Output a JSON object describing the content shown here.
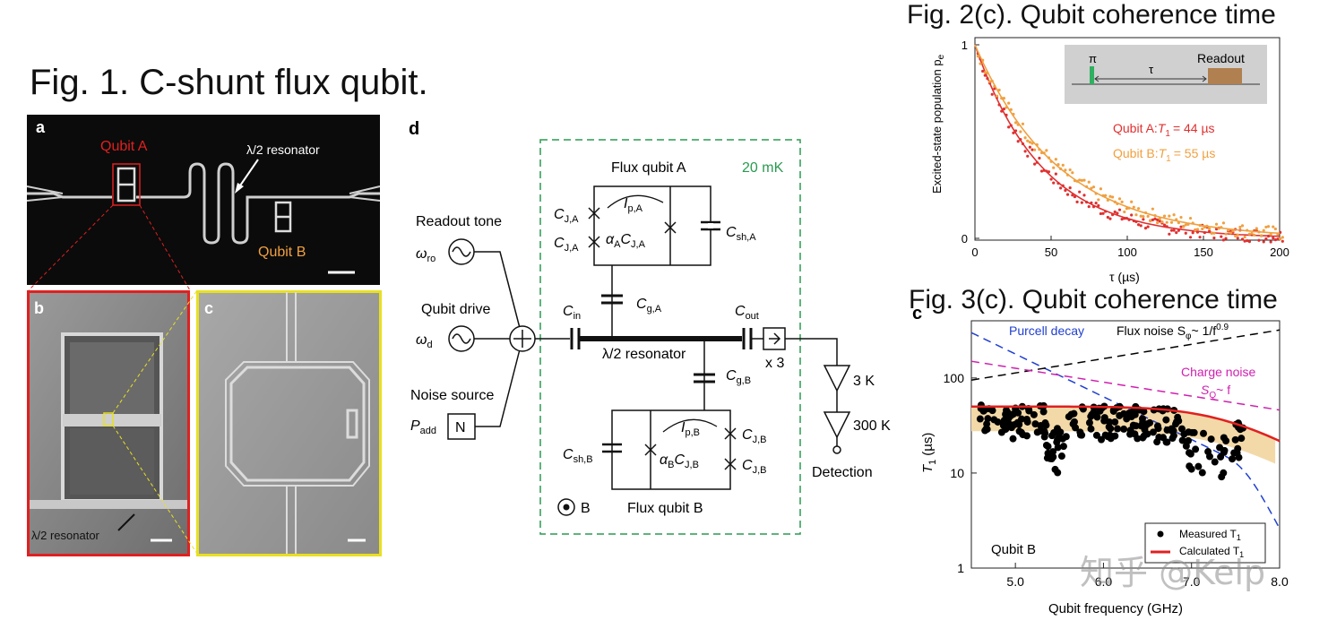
{
  "fig1": {
    "title": "Fig. 1. C-shunt flux qubit.",
    "panel_a": {
      "letter": "a",
      "qubit_a": "Qubit A",
      "qubit_b": "Qubit B",
      "resonator": "λ/2 resonator"
    },
    "panel_b": {
      "letter": "b",
      "resonator": "λ/2 resonator"
    },
    "panel_c": {
      "letter": "c"
    },
    "panel_d": {
      "letter": "d",
      "temp": "20 mK",
      "flux_qubit_a": "Flux qubit A",
      "flux_qubit_b": "Flux qubit B",
      "readout_tone": "Readout tone",
      "omega_ro": "ω",
      "omega_ro_sub": "ro",
      "qubit_drive": "Qubit drive",
      "omega_d": "ω",
      "omega_d_sub": "d",
      "noise_source": "Noise source",
      "p_add": "P",
      "p_add_sub": "add",
      "n_box": "N",
      "cin": "C",
      "cin_sub": "in",
      "cout": "C",
      "cout_sub": "out",
      "cga": "C",
      "cga_sub": "g,A",
      "cgb": "C",
      "cgb_sub": "g,B",
      "cja1": "C",
      "cja1_sub": "J,A",
      "cja2": "C",
      "cja2_sub": "J,A",
      "ipa": "I",
      "ipa_sub": "p,A",
      "alpha_a": "α",
      "alpha_a_sub": "A",
      "alpha_a_c": "C",
      "alpha_a_c_sub": "J,A",
      "csha": "C",
      "csha_sub": "sh,A",
      "cshb": "C",
      "cshb_sub": "sh,B",
      "ipb": "I",
      "ipb_sub": "p,B",
      "alpha_b": "α",
      "alpha_b_sub": "B",
      "alpha_b_c": "C",
      "alpha_b_c_sub": "J,B",
      "cjb1": "C",
      "cjb1_sub": "J,B",
      "cjb2": "C",
      "cjb2_sub": "J,B",
      "resonator": "λ/2 resonator",
      "x3": "x 3",
      "t3k": "3 K",
      "t300k": "300 K",
      "detection": "Detection",
      "b_field": "B"
    }
  },
  "fig2": {
    "title": "Fig. 2(c). Qubit coherence time",
    "chart_data": {
      "type": "scatter",
      "ylabel": "Excited-state population p",
      "ylabel_sub": "e",
      "xlabel": "τ (µs)",
      "xlim": [
        0,
        200
      ],
      "ylim": [
        0,
        1
      ],
      "xticks": [
        "0",
        "50",
        "100",
        "150",
        "200"
      ],
      "yticks": [
        "0",
        "1"
      ],
      "inset": {
        "pi": "π",
        "tau": "τ",
        "readout": "Readout"
      },
      "series": [
        {
          "name": "Qubit A: T1 = 44 µs",
          "label_prefix": "Qubit A:",
          "label_t": "T",
          "label_t_sub": "1",
          "label_value": "= 44 µs",
          "color": "#e03030",
          "T1": 44
        },
        {
          "name": "Qubit B: T1 = 55 µs",
          "label_prefix": "Qubit B:",
          "label_t": "T",
          "label_t_sub": "1",
          "label_value": "= 55 µs",
          "color": "#f0a040",
          "T1": 55
        }
      ]
    }
  },
  "fig3": {
    "title": "Fig. 3(c). Qubit coherence time",
    "panel_letter": "c",
    "chart_data": {
      "type": "scatter",
      "xlabel": "Qubit frequency (GHz)",
      "ylabel": "T",
      "ylabel_sub": "1",
      "ylabel_unit": "(µs)",
      "xlim": [
        4.5,
        8.0
      ],
      "ylim": [
        1,
        400
      ],
      "yscale": "log",
      "xticks": [
        "5.0",
        "6.0",
        "7.0",
        "8.0"
      ],
      "yticks": [
        "1",
        "10",
        "100"
      ],
      "annotations": {
        "purcell": "Purcell decay",
        "flux_noise": "Flux noise S",
        "flux_noise_sub": "φ",
        "flux_noise_tail": "~ 1/f",
        "flux_noise_exp": "0.9",
        "charge_noise": "Charge noise",
        "charge_noise_2": "S",
        "charge_noise_sub": "Q",
        "charge_noise_tail": "~ f",
        "qubit_b": "Qubit B"
      },
      "legend": {
        "measured": "Measured T",
        "measured_sub": "1",
        "calculated": "Calculated T",
        "calculated_sub": "1"
      },
      "series": [
        {
          "name": "Measured T1",
          "color": "#000000",
          "marker": "dot"
        },
        {
          "name": "Calculated T1",
          "color": "#e02020",
          "marker": "line"
        },
        {
          "name": "Purcell decay",
          "color": "#2040d0",
          "marker": "dashed"
        },
        {
          "name": "Flux noise",
          "color": "#000000",
          "marker": "dashed"
        },
        {
          "name": "Charge noise",
          "color": "#d020b0",
          "marker": "dashed"
        }
      ]
    }
  },
  "watermark": "知乎 @Kelp"
}
